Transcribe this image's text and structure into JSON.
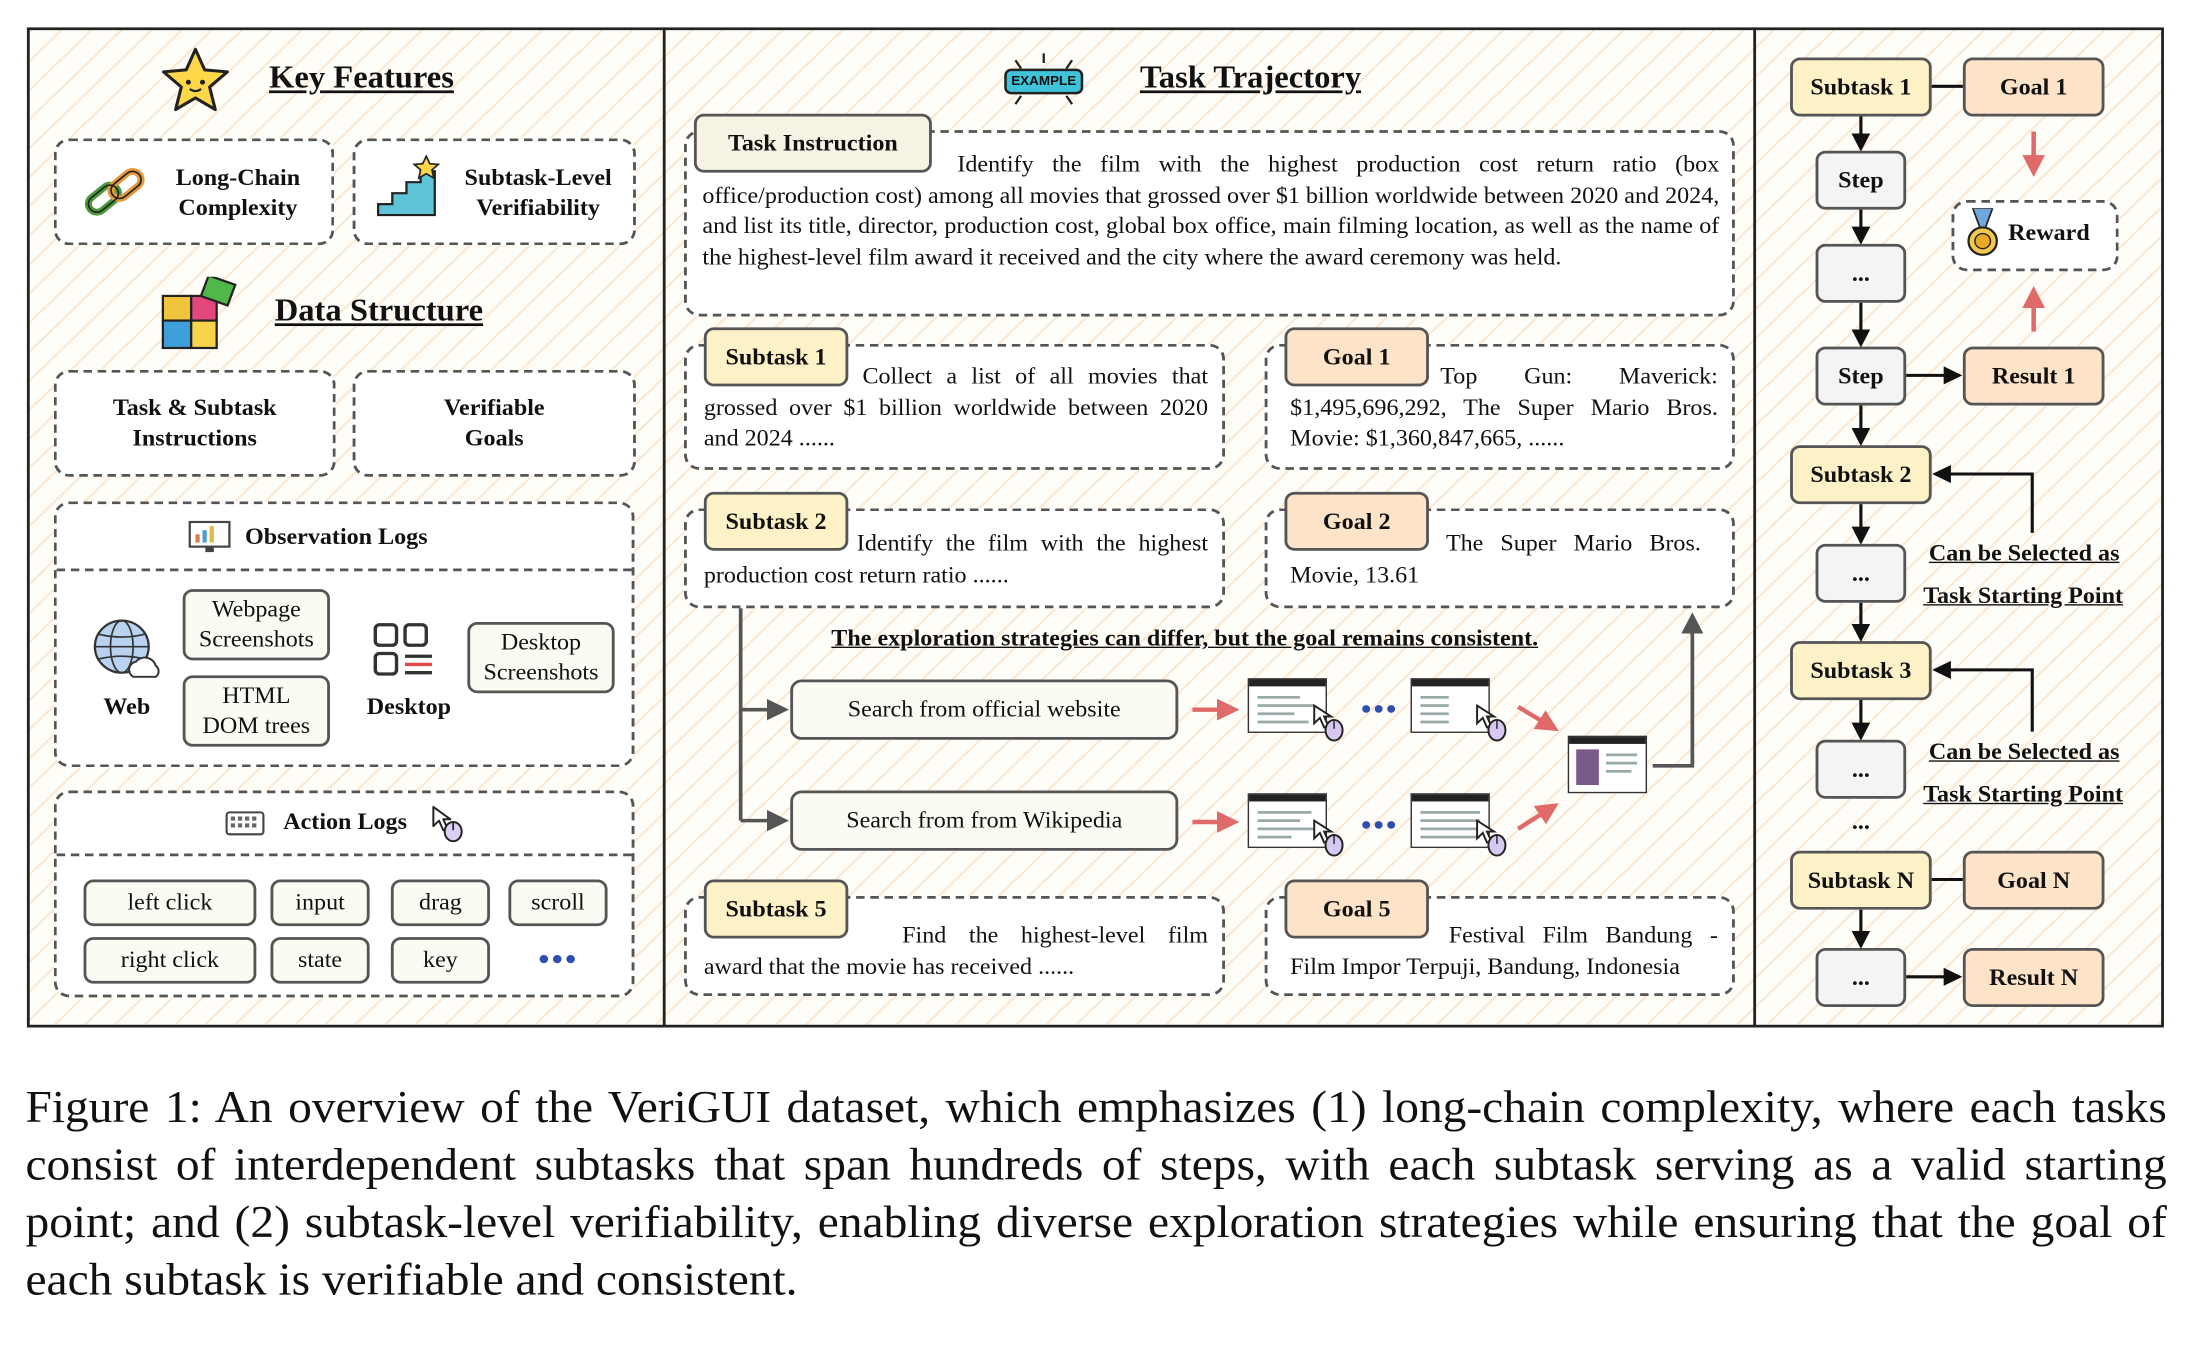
{
  "left_panel": {
    "key_features_title": "Key Features",
    "features": [
      {
        "icon": "chain-link-icon",
        "label": "Long-Chain\nComplexity"
      },
      {
        "icon": "staircase-star-icon",
        "label": "Subtask-Level\nVerifiability"
      }
    ],
    "data_structure_title": "Data Structure",
    "data_boxes": [
      "Task & Subtask\nInstructions",
      "Verifiable\nGoals"
    ],
    "observation_logs": {
      "title": "Observation Logs",
      "web_label": "Web",
      "web_items": [
        "Webpage\nScreenshots",
        "HTML\nDOM trees"
      ],
      "desktop_label": "Desktop",
      "desktop_items": [
        "Desktop\nScreenshots"
      ]
    },
    "action_logs": {
      "title": "Action Logs",
      "actions_row1": [
        "left click",
        "input",
        "drag",
        "scroll"
      ],
      "actions_row2": [
        "right click",
        "state",
        "key",
        "●●●"
      ]
    }
  },
  "middle_panel": {
    "title": "Task Trajectory",
    "badge_text": "EXAMPLE",
    "task_instruction": {
      "label": "Task Instruction",
      "text": "Identify the film with the highest production cost return ratio (box office/production cost) among all movies that grossed over $1 billion worldwide between 2020 and 2024, and list its title, director, production cost, global box office, main filming location, as well as the name of the highest-level film award it received and the city where the award ceremony was held."
    },
    "subtasks": [
      {
        "label": "Subtask 1",
        "text": "Collect a list of all movies that grossed over $1 billion worldwide between 2020 and 2024 ......"
      },
      {
        "label": "Subtask 2",
        "text": "Identify the film with the highest production cost return ratio ......"
      },
      {
        "label": "Subtask 5",
        "text": "Find the highest-level film award that the movie has received ......"
      }
    ],
    "goals": [
      {
        "label": "Goal 1",
        "text": "Top Gun: Maverick: $1,495,696,292, The Super Mario Bros. Movie: $1,360,847,665, ......"
      },
      {
        "label": "Goal 2",
        "text": "The Super Mario Bros. Movie, 13.61"
      },
      {
        "label": "Goal 5",
        "text": "Festival Film Bandung - Film Impor Terpuji, Bandung, Indonesia"
      }
    ],
    "strategy_note": "The exploration strategies can differ, but the goal remains consistent.",
    "strategies": [
      "Search from official website",
      "Search from from Wikipedia"
    ],
    "dots": "●●●"
  },
  "right_panel": {
    "subtask1": "Subtask 1",
    "goal1": "Goal 1",
    "step1": "Step",
    "dots1": "...",
    "step2": "Step",
    "reward": "Reward",
    "result1": "Result 1",
    "subtask2": "Subtask 2",
    "dots2": "...",
    "starting_point_1": [
      "Can be Selected as",
      "Task Starting Point"
    ],
    "subtask3": "Subtask 3",
    "dots3": "...",
    "starting_point_2": [
      "Can be Selected as",
      "Task Starting Point"
    ],
    "dots_between": "...",
    "subtaskN": "Subtask N",
    "goalN": "Goal N",
    "dots4": "...",
    "resultN": "Result N"
  },
  "caption": "Figure 1: An overview of the VeriGUI dataset, which emphasizes (1) long-chain complexity, where each tasks consist of interdependent subtasks that span hundreds of steps, with each subtask serving as a valid starting point; and (2) subtask-level verifiability, enabling diverse exploration strategies while ensuring that the goal of each subtask is verifiable and consistent.",
  "colors": {
    "subtask_fill": "#fdf1c8",
    "goal_fill": "#fde3c8",
    "step_fill": "#f4f4f4",
    "arrow_red": "#e06a6a",
    "stripe": "#f7cda5"
  }
}
